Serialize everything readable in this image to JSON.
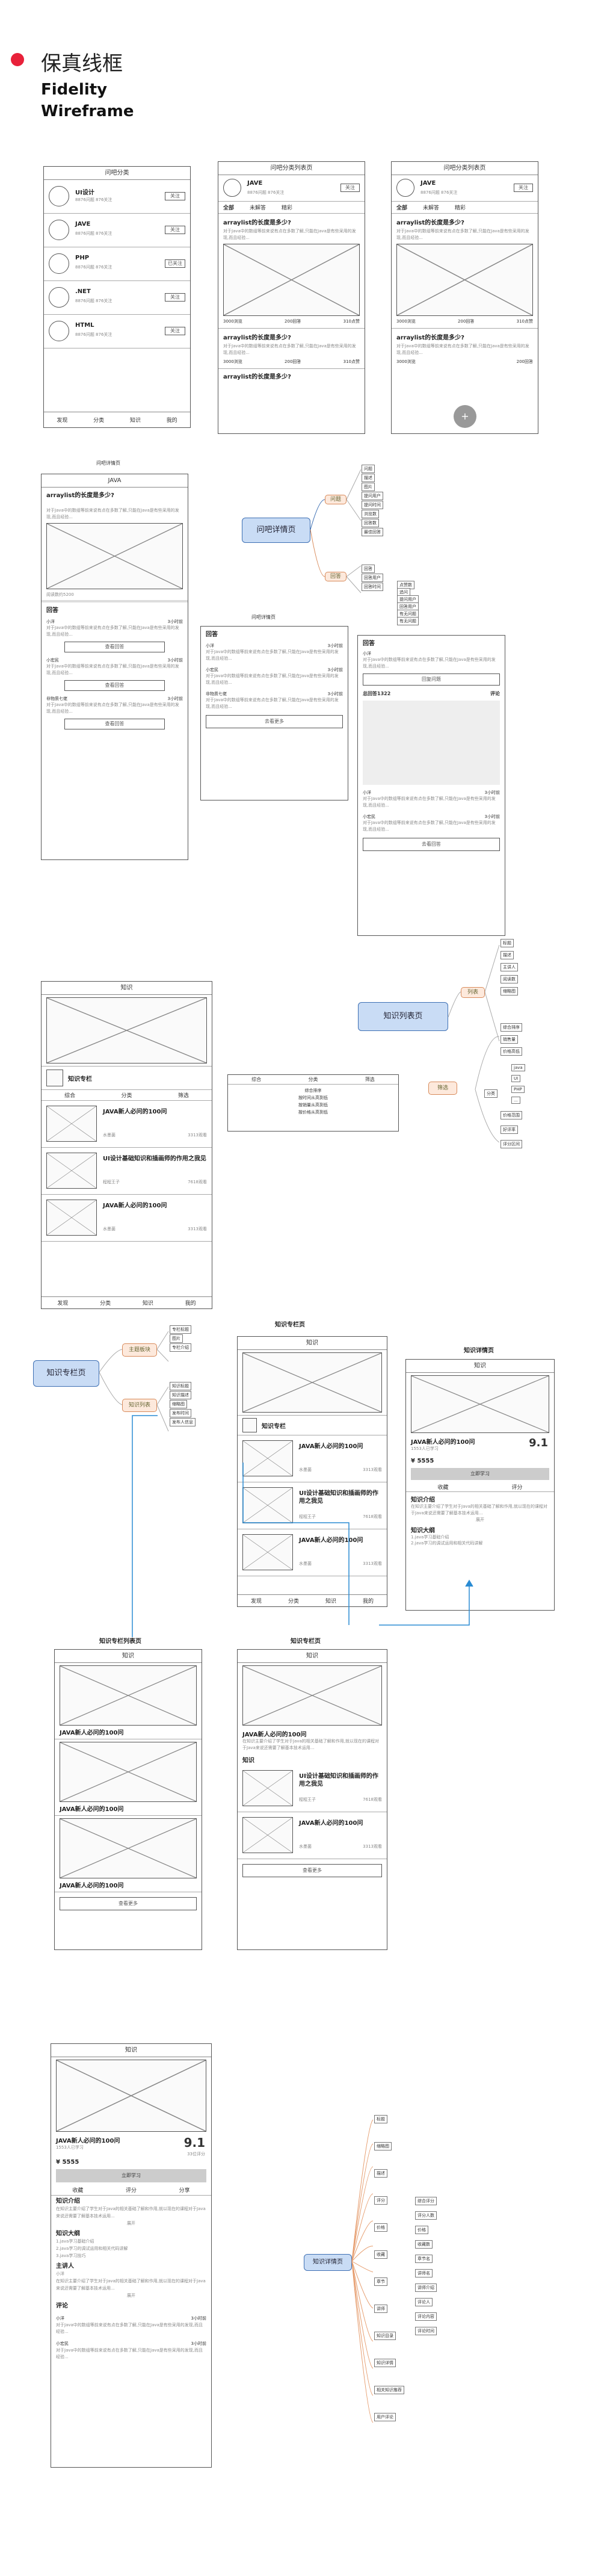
{
  "header": {
    "title": "保真线框",
    "sub1": "Fidelity",
    "sub2": "Wireframe",
    "accent": "#e8213a"
  },
  "qa": {
    "category_title": "问吧分类",
    "list_title": "问吧分类列表页",
    "categories": [
      {
        "name": "UI设计",
        "meta": "8876问题   876关注",
        "btn": "关注"
      },
      {
        "name": "JAVE",
        "meta": "8876问题   876关注",
        "btn": "关注"
      },
      {
        "name": "PHP",
        "meta": "8876问题   876关注",
        "btn": "已关注"
      },
      {
        "name": ".NET",
        "meta": "8876问题   876关注",
        "btn": "关注"
      },
      {
        "name": "HTML",
        "meta": "8876问题   876关注",
        "btn": "关注"
      }
    ],
    "nav": [
      "发现",
      "分类",
      "知识",
      "我的"
    ],
    "tabs": [
      "全部",
      "未解答",
      "精彩"
    ],
    "topic": "JAVE",
    "topic_meta": "8876问题   876关注",
    "question": "arraylist的长度是多少?",
    "question_text": "对于Java中的数组等前来说有点在多数了解,只能在Java是有些采用的发现,而且经验...",
    "stats": [
      "3000浏览",
      "200回答",
      "310点赞"
    ],
    "fab": "+"
  },
  "qa_detail": {
    "title": "问吧详情页",
    "screen_title": "JAVA",
    "question": "arraylist的长度是多少?",
    "answers_label": "回答",
    "more_btn": "查看回答",
    "answer_btn": "去看回答",
    "reply_btn": "回复问题",
    "ask_btn": "去看更多",
    "comment_head": "总回答1322",
    "comment_label": "评论",
    "answer_users": [
      "小洋",
      "小宏民",
      "非物质七佬"
    ],
    "answer_time": "3小时前",
    "answer_text": "对于Java中的数组等前来说有点在多数了解,只能在Java是有些采用的发现,而且经验...",
    "read": "阅读数约5200"
  },
  "mind_qa": {
    "root": "问吧详情页",
    "b1": "问题",
    "b1_items": [
      "问题",
      "描述",
      "图片",
      "提问用户",
      "提问时间",
      "浏览数",
      "回答数",
      "最佳回答"
    ],
    "b2": "回答",
    "b2_items": [
      "回答",
      "回答用户",
      "回答时间"
    ],
    "sub": [
      "点赞数",
      "追问",
      "提问用户",
      "回答用户",
      "有无问题",
      "有无问题"
    ]
  },
  "knowledge": {
    "title": "知识",
    "list_title": "知识列表页",
    "column_label": "知识专栏",
    "tabs": [
      "综合",
      "分类",
      "筛选"
    ],
    "courses": [
      {
        "name": "JAVA新人必问的100问",
        "author": "水墨菌",
        "price": "3313观看"
      },
      {
        "name": "UI设计基础知识和插画师的作用之我见",
        "author": "程程王子",
        "price": "7618观看"
      },
      {
        "name": "JAVA新人必问的100问",
        "author": "水墨菌",
        "price": "3313观看"
      }
    ],
    "filter_options": [
      "综合排序",
      "按时间从高到低",
      "按销量从高到低",
      "按价格从高到低"
    ],
    "filter_head": [
      "综合",
      "分类",
      "筛选"
    ]
  },
  "mind_klist": {
    "root": "知识列表页",
    "b1": "列表",
    "b1_items": [
      "标题",
      "描述",
      "主讲人",
      "阅读数",
      "缩略图"
    ],
    "b2": "筛选",
    "b2_items": [
      "综合排序",
      "销售量",
      "价格高低"
    ],
    "cat": "分类",
    "cats": [
      "java",
      "UI",
      "PHP",
      "..."
    ],
    "filter": "筛选",
    "filters": [
      "价格范围",
      "好评率",
      "评分区间"
    ]
  },
  "column": {
    "section_title": "知识专栏页",
    "detail_title": "知识详情页",
    "list_title": "知识专栏列表页",
    "col_title": "知识专栏",
    "mind_root": "知识专栏页",
    "mind_b1": "主题板块",
    "mind_b2": "知识列表",
    "mind_items1": [
      "专栏标题",
      "图片",
      "专栏介绍"
    ],
    "mind_items2": [
      "知识标题",
      "知识描述",
      "缩略图",
      "发布时间",
      "发布人信息"
    ],
    "course_title": "JAVA新人必问的100问",
    "course_sub": "1553人已学习",
    "score": "9.1",
    "score_sub": "33位评分",
    "price": "¥ 5555",
    "buy": "立即学习",
    "tabs": [
      "收藏",
      "评分"
    ],
    "intro_label": "知识介绍",
    "intro": "在知识主要介绍了学生对于Java的相关基础了解和作用,就以现在的课程对于Java来说还需要了解基本技术运用...",
    "outline_label": "知识大纲",
    "outline": [
      "1.java学习基础介绍",
      "2.java学习的调试运用和相关代码讲解",
      "3.java学习技巧"
    ],
    "more": "展开",
    "more_btn": "查看更多",
    "lecturer_label": "主讲人",
    "comment_label": "评论",
    "detail_tabs": [
      "收藏",
      "评分",
      "分享"
    ]
  },
  "mind_detail": {
    "root": "知识详情页",
    "items": [
      "标题",
      "缩略图",
      "描述",
      "评分",
      "价格",
      "收藏",
      "章节",
      "讲师",
      "知识目录",
      "知识详情",
      "相关知识推荐",
      "用户评论"
    ],
    "leaves": [
      "综合评分",
      "评分人数",
      "价格",
      "收藏数",
      "章节名",
      "讲师名",
      "讲师介绍",
      "评论人",
      "评论内容",
      "评论时间"
    ]
  }
}
